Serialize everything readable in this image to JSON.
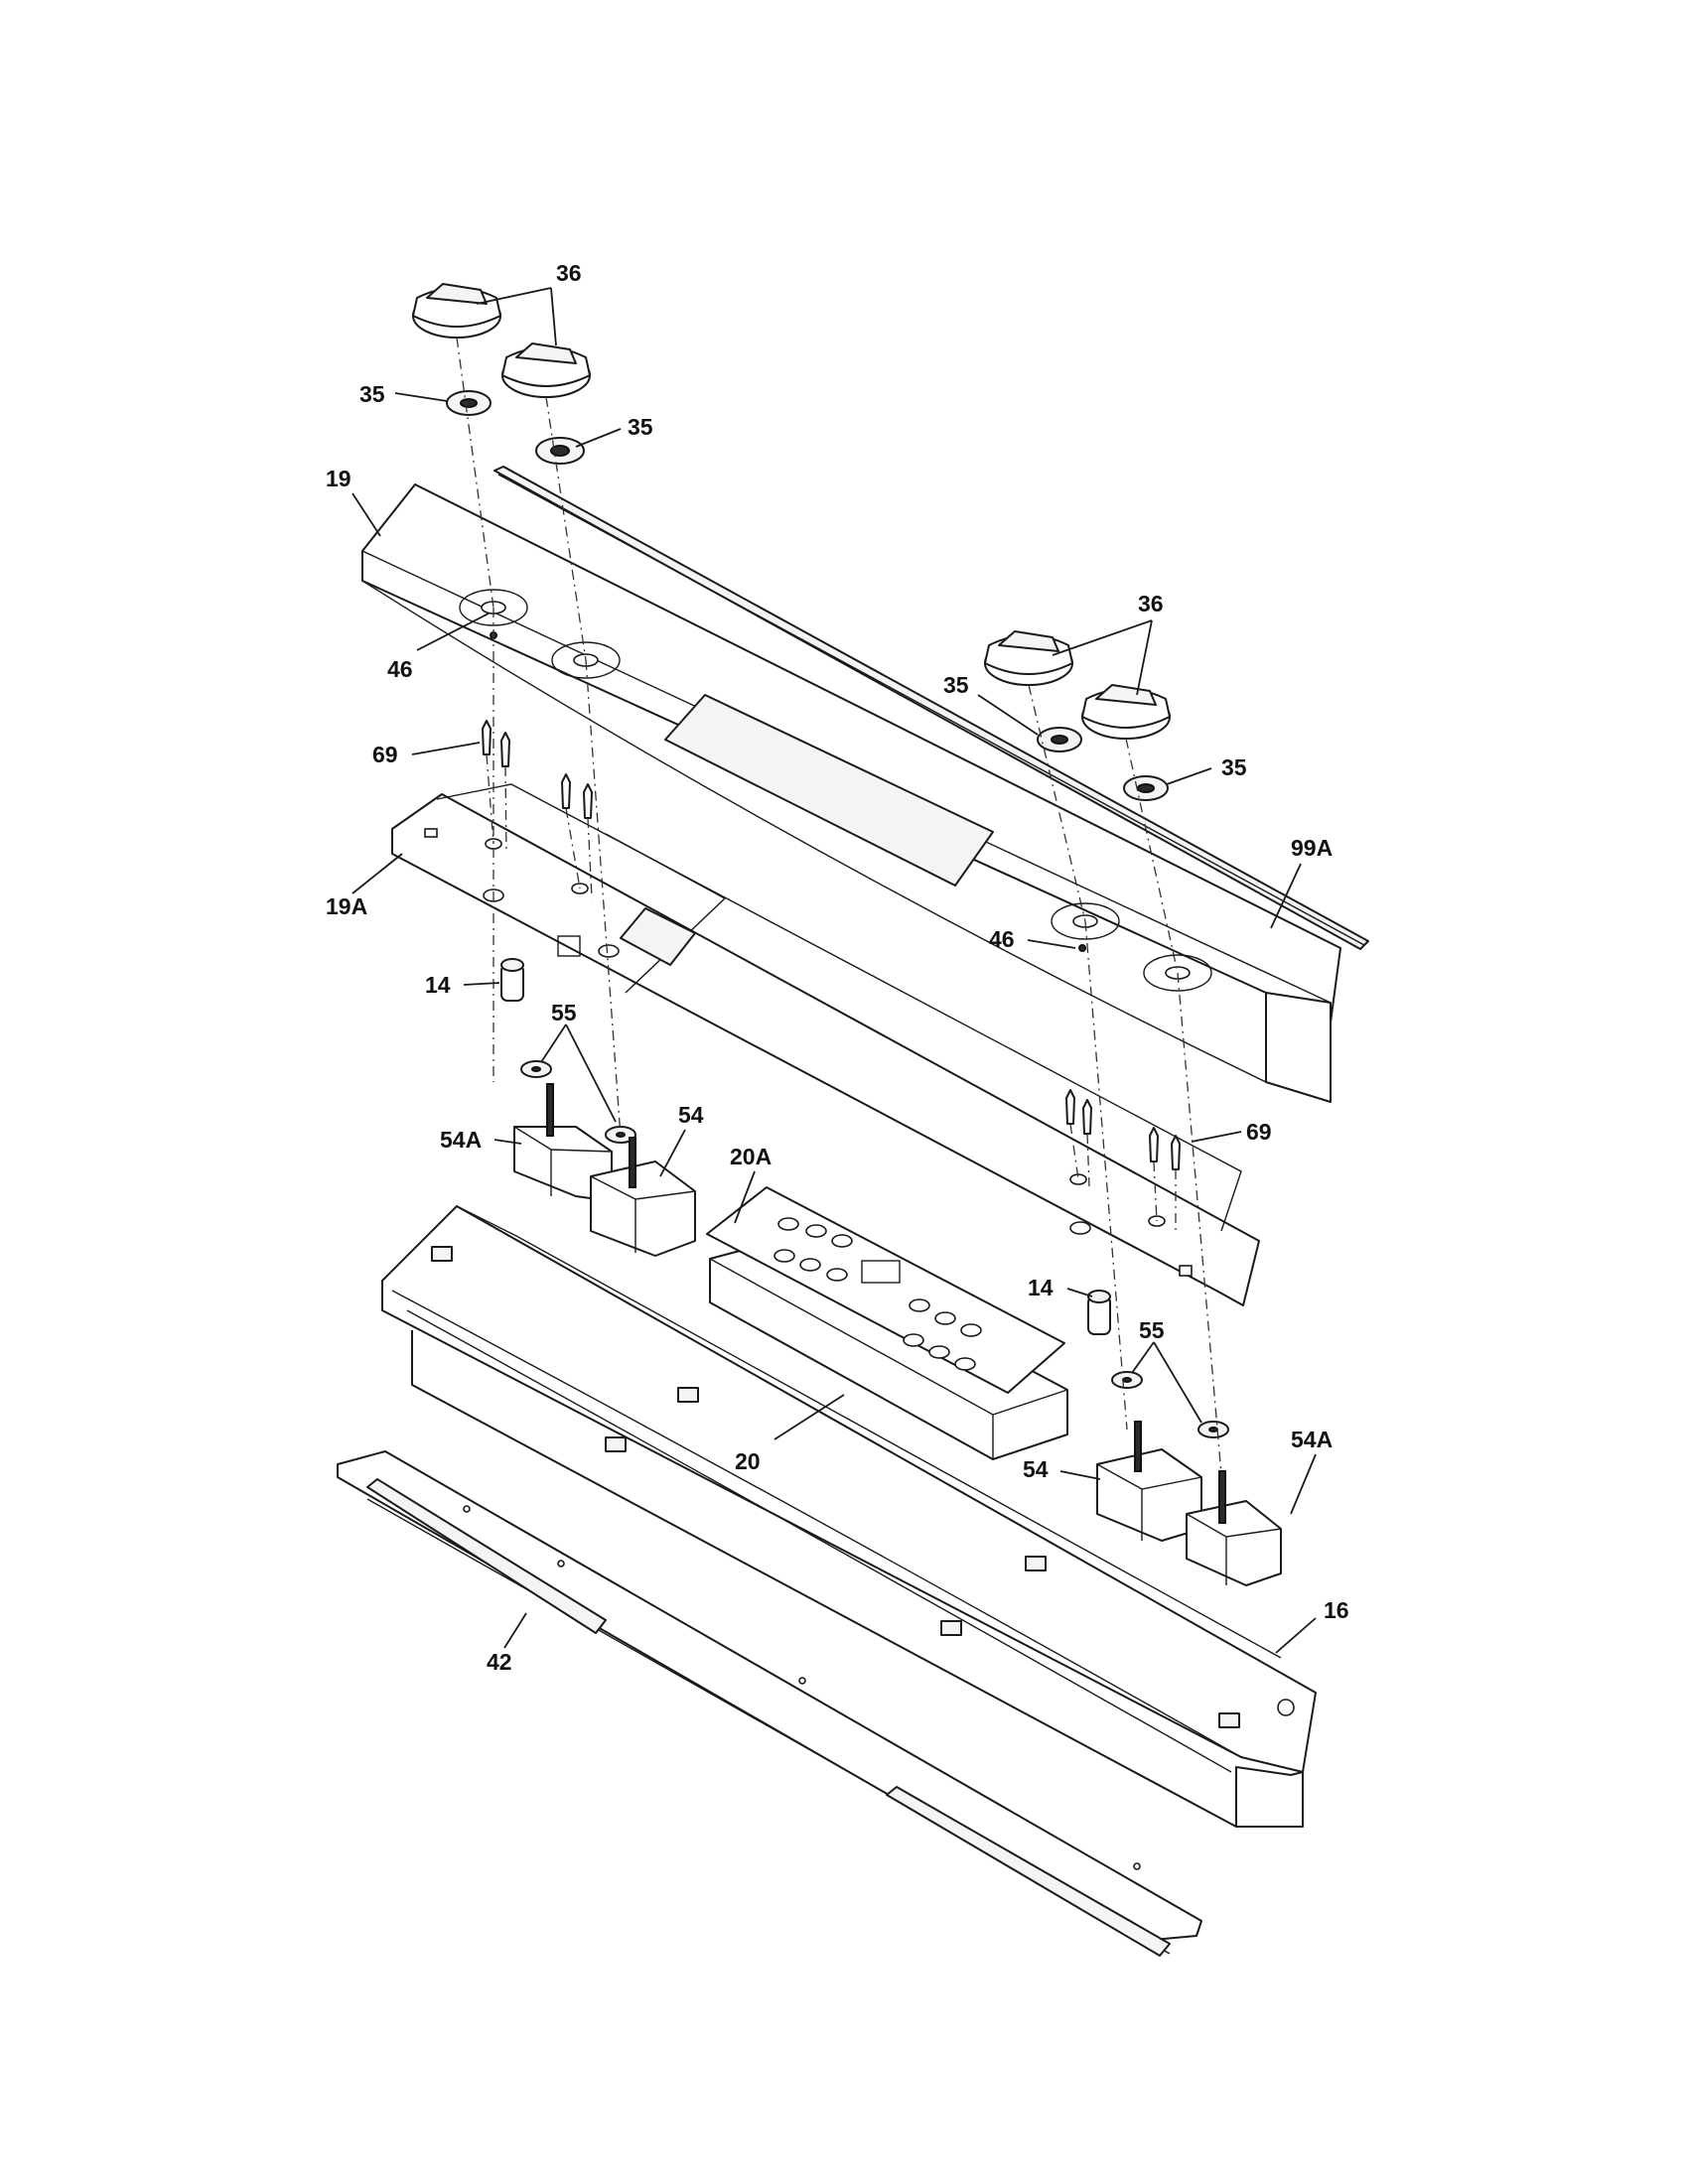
{
  "callouts": {
    "c36_a": "36",
    "c35_a": "35",
    "c35_b": "35",
    "c19": "19",
    "c46_a": "46",
    "c36_b": "36",
    "c35_c": "35",
    "c35_d": "35",
    "c69_a": "69",
    "c99A": "99A",
    "c19A": "19A",
    "c46_b": "46",
    "c14_a": "14",
    "c55_a": "55",
    "c54_a": "54",
    "c54A_a": "54A",
    "c20A": "20A",
    "c69_b": "69",
    "c14_b": "14",
    "c55_b": "55",
    "c20": "20",
    "c54A_b": "54A",
    "c54_b": "54",
    "c16": "16",
    "c42": "42"
  }
}
